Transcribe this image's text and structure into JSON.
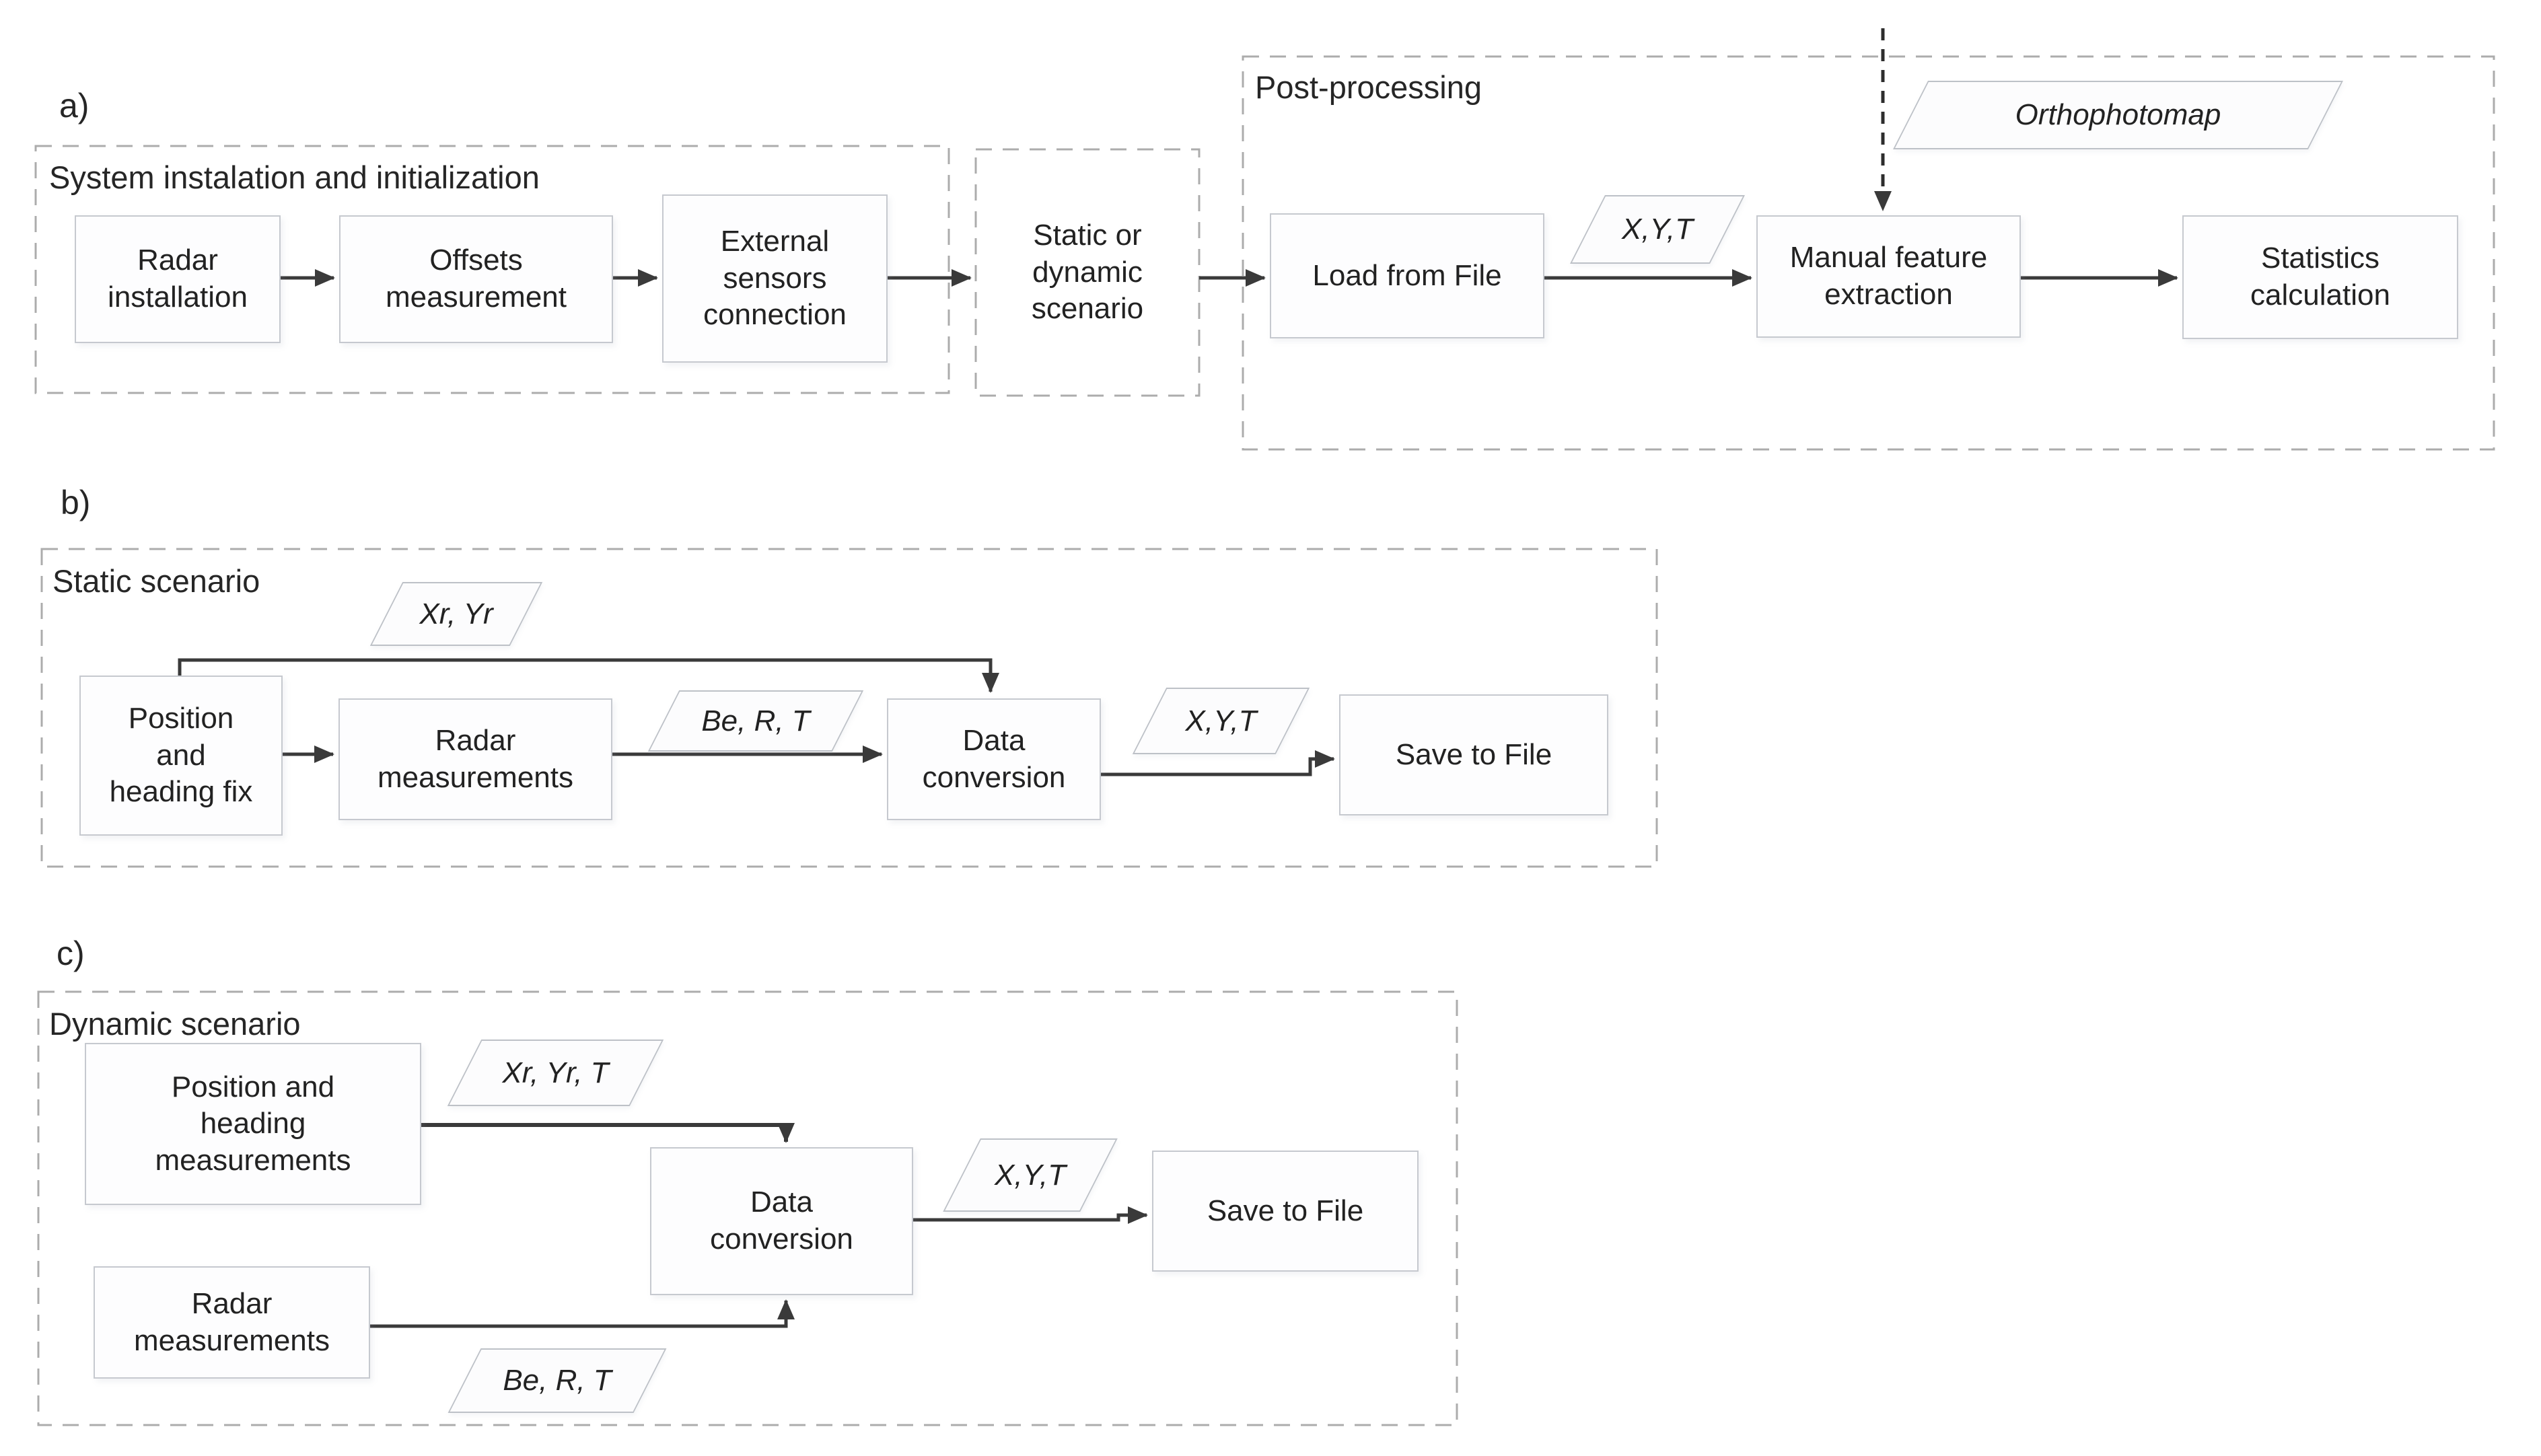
{
  "colors": {
    "node_fill": "#fdfdfe",
    "node_border": "#c6c9cf",
    "group_dash": "#acacac",
    "arrow": "#3a3a3a",
    "dashed_arrow": "#2d2d2d",
    "text": "#222222"
  },
  "panel_a": {
    "label": "a)",
    "system_group": "System instalation and initialization",
    "post_group": "Post-processing",
    "nodes": {
      "radar_installation": "Radar\ninstallation",
      "offsets_measurement": "Offsets\nmeasurement",
      "external_sensors": "External\nsensors\nconnection",
      "scenario_choice": "Static or\ndynamic\nscenario",
      "load_from_file": "Load from File",
      "manual_feature_extraction": "Manual feature\nextraction",
      "statistics_calculation": "Statistics\ncalculation"
    },
    "data_labels": {
      "xyt": "X,Y,T",
      "orthophotomap": "Orthophotomap"
    }
  },
  "panel_b": {
    "label": "b)",
    "group": "Static scenario",
    "nodes": {
      "position_heading_fix": "Position\nand\nheading fix",
      "radar_measurements": "Radar\nmeasurements",
      "data_conversion": "Data\nconversion",
      "save_to_file": "Save to File"
    },
    "data_labels": {
      "xr_yr": "Xr, Yr",
      "be_r_t": "Be, R, T",
      "xyt": "X,Y,T"
    }
  },
  "panel_c": {
    "label": "c)",
    "group": "Dynamic scenario",
    "nodes": {
      "position_heading_measurements": "Position and\nheading\nmeasurements",
      "radar_measurements": "Radar\nmeasurements",
      "data_conversion": "Data\nconversion",
      "save_to_file": "Save to File"
    },
    "data_labels": {
      "xr_yr_t": "Xr, Yr, T",
      "be_r_t": "Be, R, T",
      "xyt": "X,Y,T"
    }
  }
}
